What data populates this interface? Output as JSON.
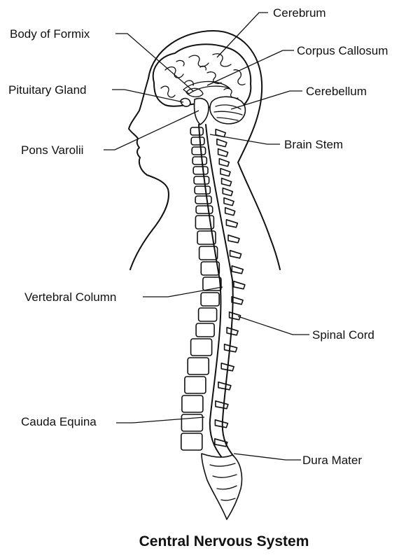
{
  "title": "Central Nervous System",
  "labels": {
    "cerebrum": "Cerebrum",
    "body_of_formix": "Body of Formix",
    "corpus_callosum": "Corpus Callosum",
    "pituitary_gland": "Pituitary Gland",
    "cerebellum": "Cerebellum",
    "pons_varolii": "Pons Varolii",
    "brain_stem": "Brain Stem",
    "vertebral_column": "Vertebral Column",
    "spinal_cord": "Spinal Cord",
    "cauda_equina": "Cauda Equina",
    "dura_mater": "Dura Mater"
  },
  "colors": {
    "line": "#111111",
    "background": "#ffffff"
  }
}
